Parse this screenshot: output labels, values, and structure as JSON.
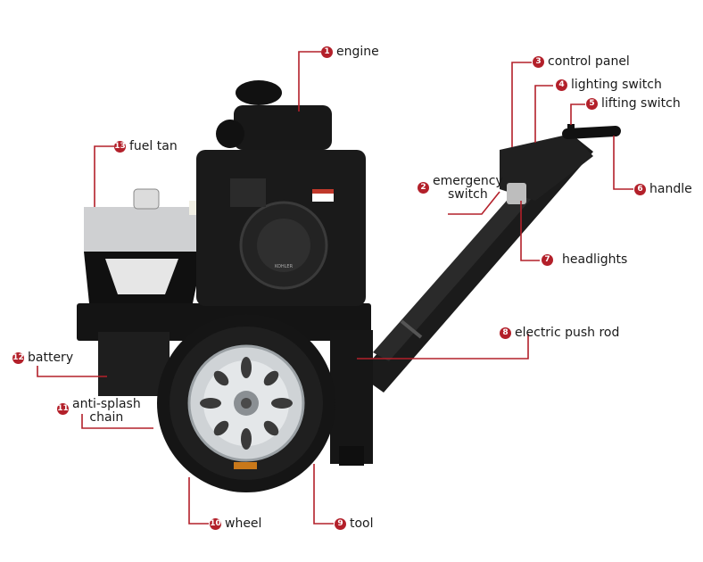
{
  "accent_color": "#b3202a",
  "labels": [
    {
      "num": "1",
      "text": "engine"
    },
    {
      "num": "2",
      "lines": [
        "emergency",
        "switch"
      ]
    },
    {
      "num": "3",
      "text": "control panel"
    },
    {
      "num": "4",
      "text": "lighting switch"
    },
    {
      "num": "5",
      "text": "lifting switch"
    },
    {
      "num": "6",
      "text": "handle"
    },
    {
      "num": "7",
      "text": "headlights"
    },
    {
      "num": "8",
      "text": "electric push rod"
    },
    {
      "num": "9",
      "text": "tool"
    },
    {
      "num": "10",
      "text": "wheel"
    },
    {
      "num": "11",
      "lines": [
        "anti-splash",
        "chain"
      ]
    },
    {
      "num": "12",
      "text": "battery"
    },
    {
      "num": "13",
      "text": "fuel tan"
    }
  ],
  "machine_illustration": {
    "engine_brand_text": "KOHLER",
    "icons": [
      "engine-illustration",
      "wheel-illustration",
      "fuel-tank-illustration",
      "handle-frame-illustration"
    ]
  }
}
